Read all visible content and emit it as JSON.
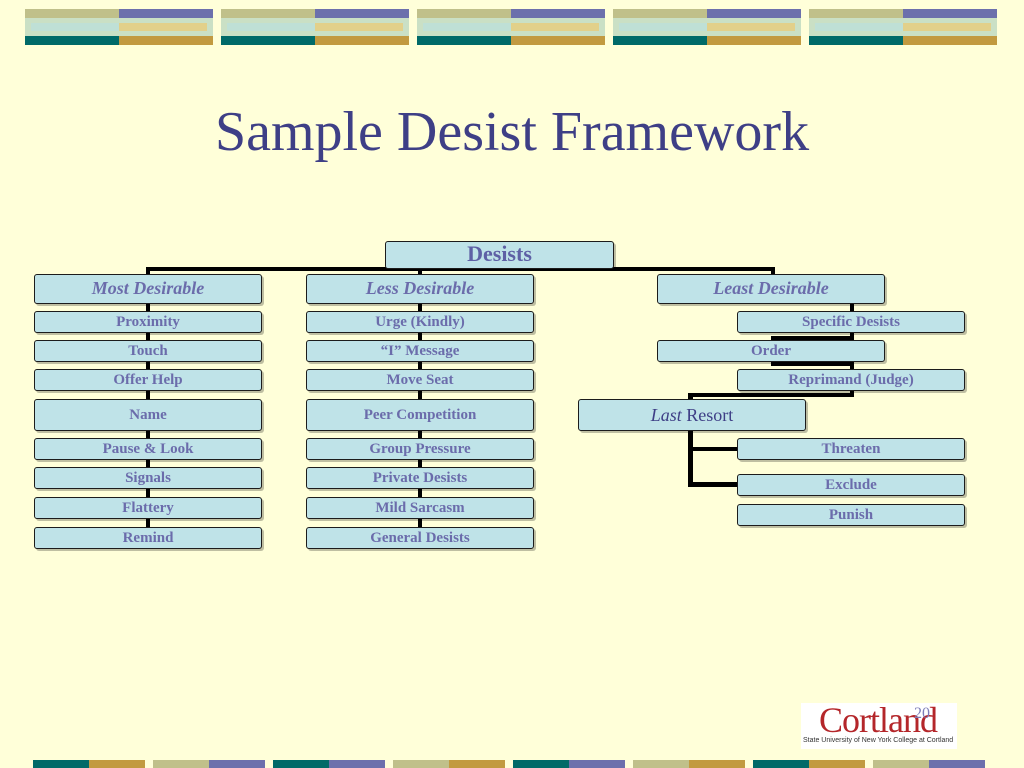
{
  "title": "Sample Desist Framework",
  "root": "Desists",
  "columns": {
    "most": {
      "label": "Most Desirable",
      "items": [
        "Proximity",
        "Touch",
        "Offer Help",
        "Name",
        "Pause & Look",
        "Signals",
        "Flattery",
        "Remind"
      ]
    },
    "less": {
      "label": "Less Desirable",
      "items": [
        "Urge (Kindly)",
        "“I” Message",
        "Move Seat",
        "Peer Competition",
        "Group Pressure",
        "Private Desists",
        "Mild Sarcasm",
        "General Desists"
      ]
    },
    "least": {
      "label": "Least Desirable",
      "items": [
        "Specific Desists",
        "Order",
        "Reprimand (Judge)"
      ]
    }
  },
  "last_resort": {
    "prefix": "Last",
    "suffix": " Resort",
    "items": [
      "Threaten",
      "Exclude",
      "Punish"
    ]
  },
  "page_number": "20",
  "logo": {
    "name": "Cortland",
    "subtitle": "State University of New York College at Cortland"
  },
  "colors": {
    "background": "#ffffd9",
    "box_fill": "#bfe3e8",
    "box_text": "#6b6cab",
    "title": "#3e3f86"
  }
}
